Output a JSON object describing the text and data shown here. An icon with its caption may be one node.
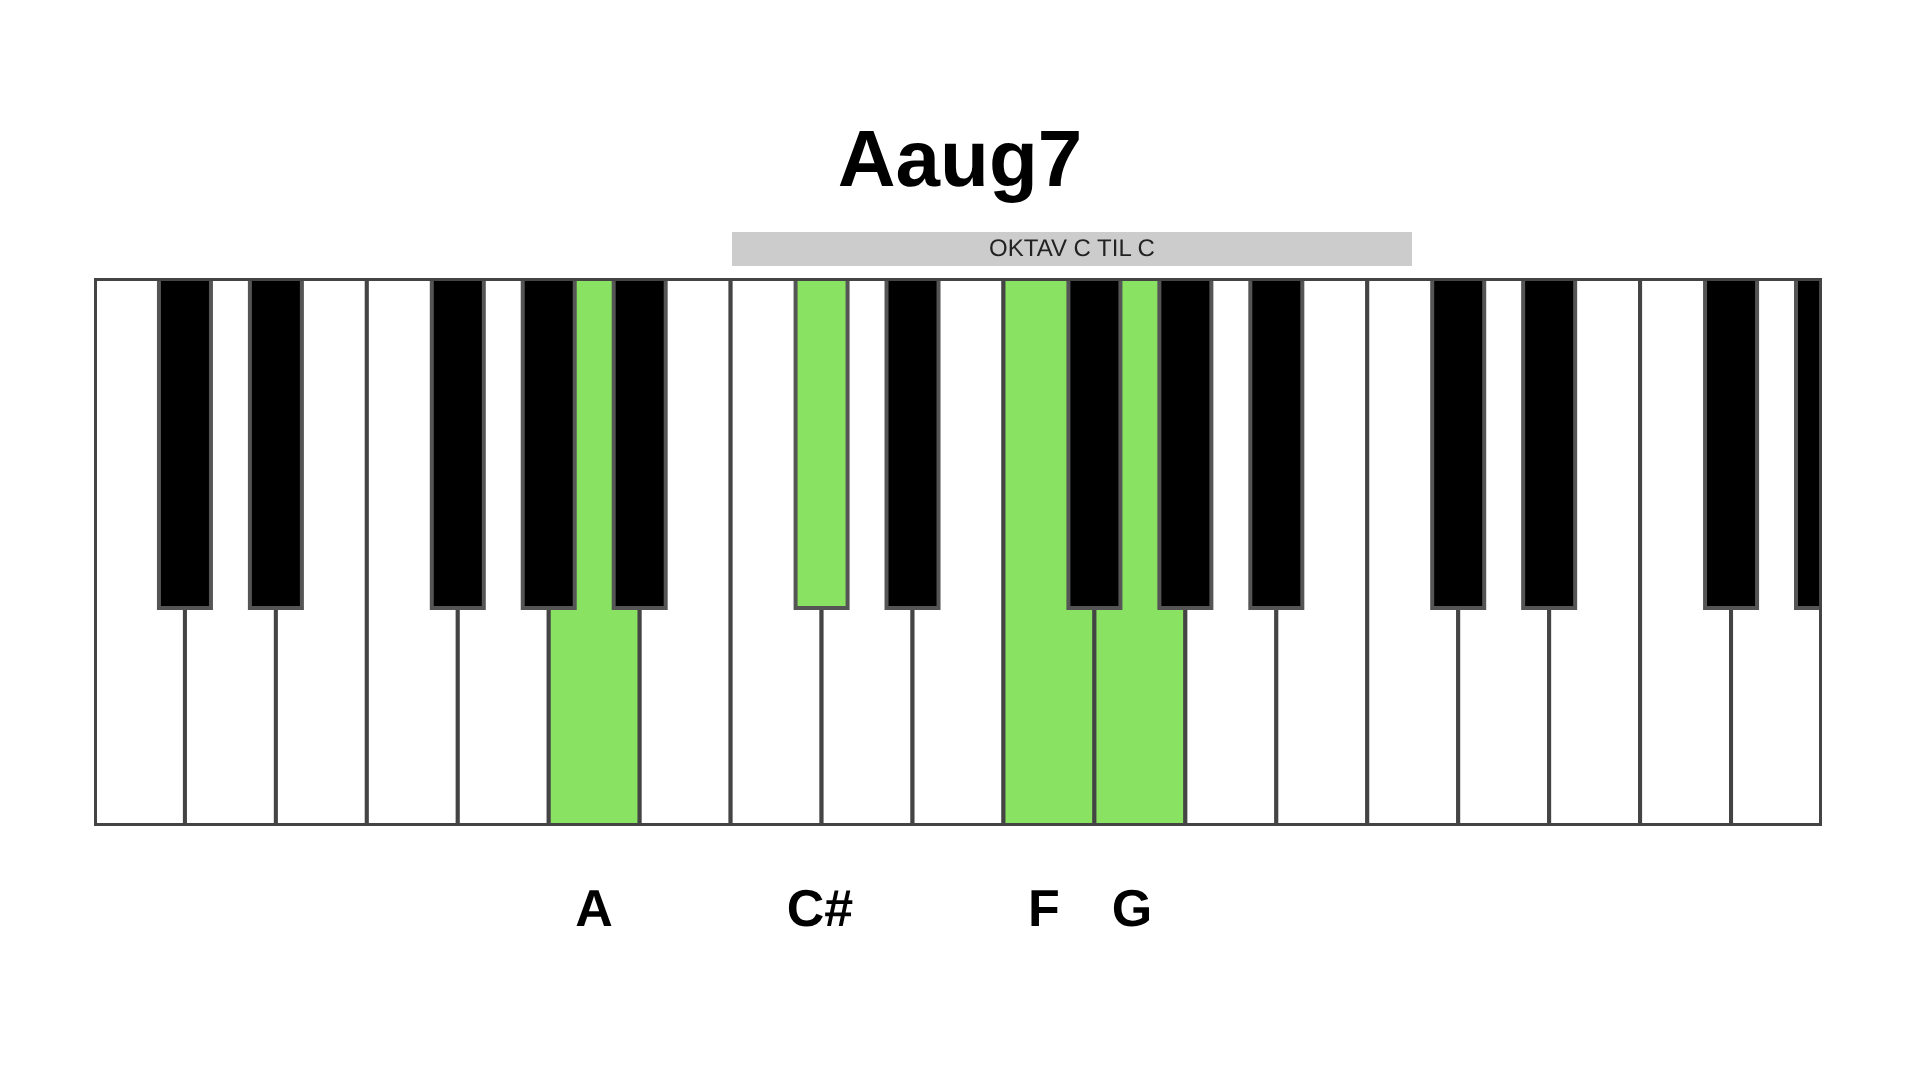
{
  "diagram": {
    "title": "Aaug7",
    "labels": [
      "OKTAV C TIL C",
      "A",
      "C#",
      "F",
      "G"
    ]
  }
}
